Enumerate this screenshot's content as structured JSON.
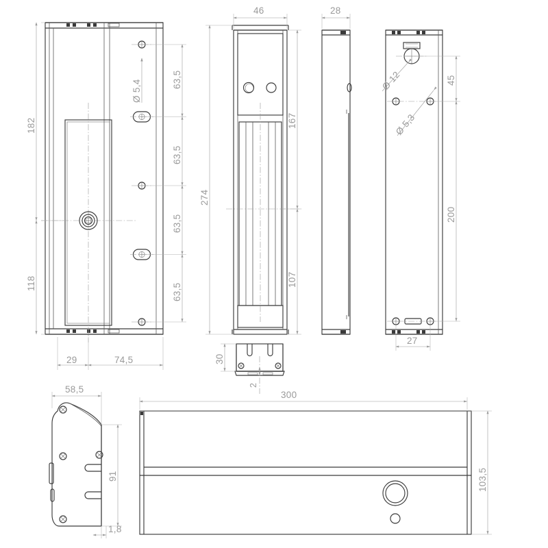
{
  "drawing": {
    "title": "Electric strike / magnetic lock assembly – multi-view dimensioned drawing",
    "units": "mm",
    "decimal_separator": ",",
    "line_color": "#3a3a3a",
    "dimension_color": "#9a9a9a",
    "background": "#ffffff",
    "diameter_symbol": "Ø"
  },
  "views": {
    "left_view": {
      "name": "left-elevation-view",
      "dimensions": {
        "overall_height": "182",
        "lower_height": "118",
        "edge_offset": "29",
        "body_width": "74,5",
        "hole_diameter": "Ø 5,4",
        "pitch_1": "63,5",
        "pitch_2": "63,5",
        "pitch_3": "63,5",
        "pitch_4": "63,5"
      }
    },
    "front_view": {
      "name": "front-elevation-view",
      "dimensions": {
        "width": "46",
        "overall_height": "274",
        "upper_height": "167",
        "lower_height": "107"
      }
    },
    "front_bottom_detail": {
      "name": "front-bottom-bracket-detail",
      "dimensions": {
        "height": "30",
        "thickness": "2"
      }
    },
    "side_view": {
      "name": "side-elevation-view",
      "dimensions": {
        "depth": "28"
      }
    },
    "rear_view": {
      "name": "rear-elevation-view",
      "dimensions": {
        "large_hole_diameter": "Ø 12",
        "small_hole_diameter": "Ø 5,3",
        "top_offset": "45",
        "lower_height": "200",
        "hole_spacing": "27"
      }
    },
    "bottom_left_profile": {
      "name": "profile-section-view",
      "dimensions": {
        "width": "58,5",
        "height": "91",
        "plate_thickness": "1,8"
      }
    },
    "bottom_plan_view": {
      "name": "plan-view",
      "dimensions": {
        "length": "300",
        "height": "103,5"
      }
    }
  },
  "labels": {
    "d_5_4": "Ø 5,4",
    "d_12": "Ø 12",
    "d_5_3": "Ø 5,3",
    "n182": "182",
    "n118": "118",
    "n29": "29",
    "n745": "74,5",
    "n635_a": "63,5",
    "n635_b": "63,5",
    "n635_c": "63,5",
    "n635_d": "63,5",
    "n46": "46",
    "n274": "274",
    "n167": "167",
    "n107": "107",
    "n30": "30",
    "n2": "2",
    "n28": "28",
    "n45": "45",
    "n200": "200",
    "n27": "27",
    "n585": "58,5",
    "n91": "91",
    "n18": "1,8",
    "n300": "300",
    "n1035": "103,5"
  }
}
